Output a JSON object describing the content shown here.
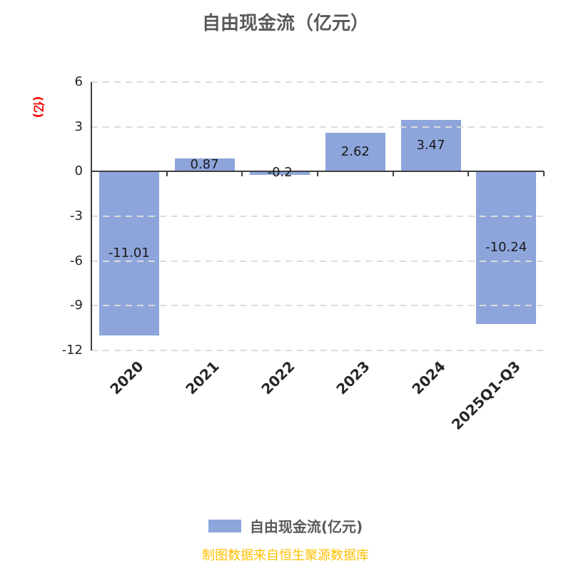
{
  "page": {
    "title": "自由现金流（亿元）",
    "footer_note": "制图数据来自恒生聚源数据库"
  },
  "y_axis": {
    "unit_label": "(亿)"
  },
  "legend": {
    "label": "自由现金流(亿元)"
  },
  "colors": {
    "bar": "#8DA5DB",
    "title": "#595959",
    "unit_label": "#FF0000",
    "footer": "#FFC000",
    "legend_text": "#595959",
    "axis": "#404040",
    "grid": "#DCDCDC",
    "tick_label": "#262626",
    "value_label": "#1A1A1A"
  },
  "chart_data": {
    "type": "bar",
    "title": "自由现金流（亿元）",
    "ylabel": "(亿)",
    "xlabel": "",
    "categories": [
      "2020",
      "2021",
      "2022",
      "2023",
      "2024",
      "2025Q1-Q3"
    ],
    "series": [
      {
        "name": "自由现金流(亿元)",
        "values": [
          -11.01,
          0.87,
          -0.2,
          2.62,
          3.47,
          -10.24
        ]
      }
    ],
    "value_labels": [
      "-11.01",
      "0.87",
      "-0.2",
      "2.62",
      "3.47",
      "-10.24"
    ],
    "ylim": [
      -12,
      6
    ],
    "yticks": [
      6,
      3,
      0,
      -3,
      -6,
      -9,
      -12
    ],
    "grid": "horizontal-dashed",
    "legend_position": "bottom"
  }
}
